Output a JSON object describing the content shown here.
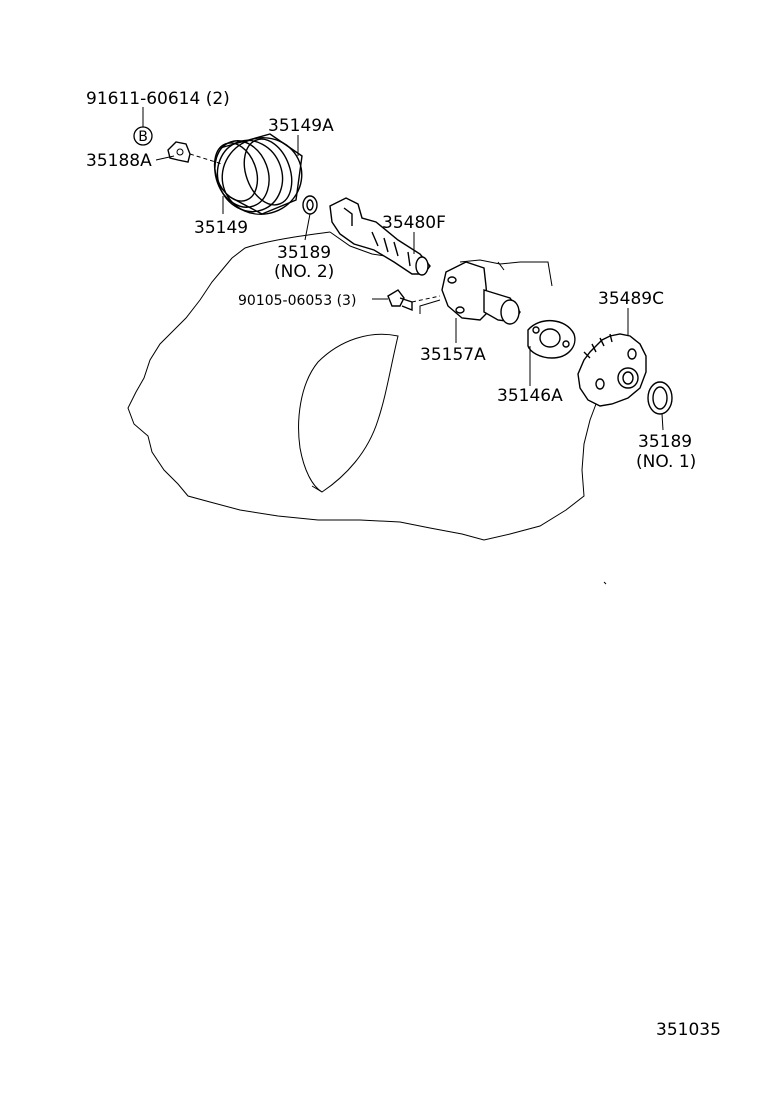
{
  "diagram": {
    "labels": {
      "bolt_91611": "91611-60614 (2)",
      "ref_b": "B",
      "clamp_35188a": "35188A",
      "boot_35149a": "35149A",
      "boot_35149": "35149",
      "ring_35189_no2": "35189",
      "ring_35189_no2_note": "(NO. 2)",
      "shaft_35480f": "35480F",
      "bolt_90105": "90105-06053 (3)",
      "sleeve_35157a": "35157A",
      "plate_35146a": "35146A",
      "gear_35489c": "35489C",
      "ring_35189_no1": "35189",
      "ring_35189_no1_note": "(NO. 1)"
    },
    "figure_number": "351035"
  }
}
